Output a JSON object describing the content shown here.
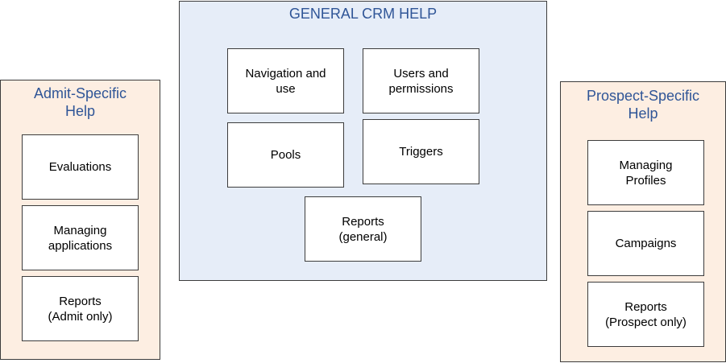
{
  "colors": {
    "admit_fill": "#fdeee2",
    "general_fill": "#e6edf8",
    "prospect_fill": "#fdeee2",
    "title_text": "#2f5597",
    "border": "#3c3c3c"
  },
  "admit": {
    "title": "Admit-Specific\nHelp",
    "boxes": [
      "Evaluations",
      "Managing\napplications",
      "Reports\n(Admit only)"
    ]
  },
  "general": {
    "title": "GENERAL CRM  HELP",
    "boxes": [
      "Navigation and\nuse",
      "Users and\npermissions",
      "Pools",
      "Triggers",
      "Reports\n(general)"
    ]
  },
  "prospect": {
    "title": "Prospect-Specific\nHelp",
    "boxes": [
      "Managing\nProfiles",
      "Campaigns",
      "Reports\n(Prospect only)"
    ]
  }
}
